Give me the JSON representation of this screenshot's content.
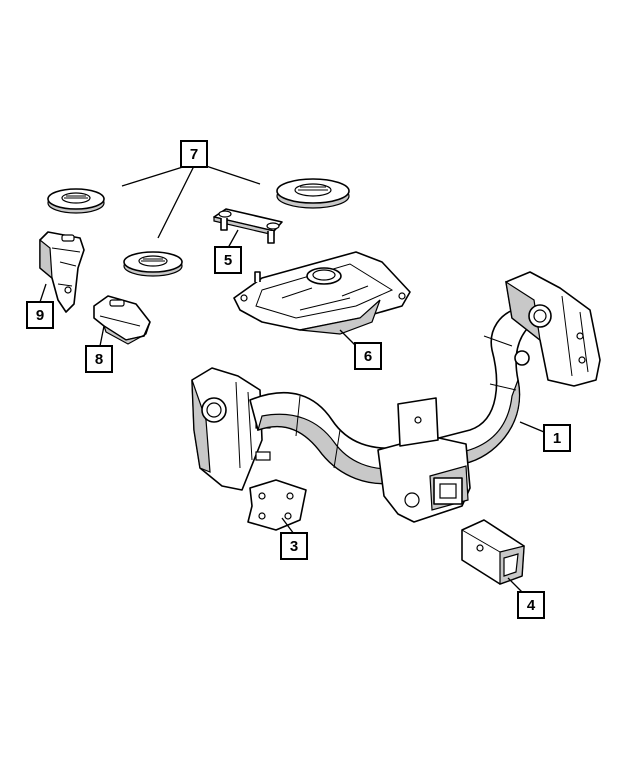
{
  "callouts": {
    "c1": "1",
    "c3": "3",
    "c4": "4",
    "c5": "5",
    "c6": "6",
    "c7": "7",
    "c8": "8",
    "c9": "9"
  },
  "colors": {
    "line": "#000000",
    "shade": "#c8c8c8",
    "background": "#ffffff"
  }
}
